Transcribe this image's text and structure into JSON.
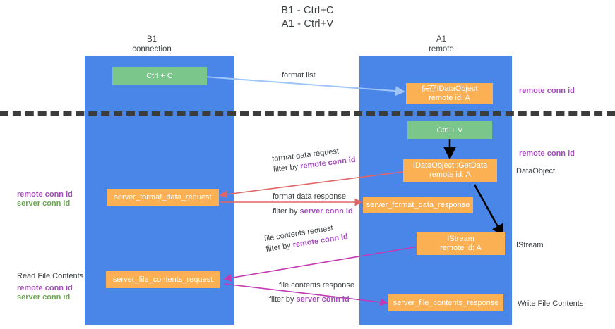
{
  "title": {
    "line1": "B1 - Ctrl+C",
    "line2": "A1 - Ctrl+V"
  },
  "columns": [
    {
      "name": "B1",
      "sub": "connection"
    },
    {
      "name": "A1",
      "sub": "remote"
    }
  ],
  "nodes": {
    "ctrl_c": {
      "label": "Ctrl + C"
    },
    "ctrl_v": {
      "label": "Ctrl + V"
    },
    "save_idataobject": {
      "line1": "保存IDataObject",
      "line2": "remote id: A"
    },
    "getdata": {
      "line1": "IDataObject::GetData",
      "line2": "remote id: A"
    },
    "istream": {
      "line1": "IStream",
      "line2": "remote id: A"
    },
    "server_format_data_request": {
      "label": "server_format_data_request"
    },
    "server_format_data_response": {
      "label": "server_format_data_response"
    },
    "server_file_contents_request": {
      "label": "server_file_contents_request"
    },
    "server_file_contents_response": {
      "label": "server_file_contents_response"
    }
  },
  "edges": {
    "format_list": {
      "label": "format list"
    },
    "format_data_request": {
      "line1": "format data request",
      "line2_prefix": "filter by ",
      "line2_hl": "remote conn id"
    },
    "format_data_response": {
      "line1": "format data response",
      "line2_prefix": "filter by ",
      "line2_hl": "server conn id"
    },
    "file_contents_request": {
      "line1": "file contents request",
      "line2_prefix": "filter by ",
      "line2_hl": "remote conn id"
    },
    "file_contents_response": {
      "line1": "file contents response",
      "line2_prefix": "filter by ",
      "line2_hl": "server conn id"
    }
  },
  "annotations": {
    "right_remote_conn_id_top": "remote conn id",
    "right_remote_conn_id_mid": "remote conn id",
    "right_dataobject": "DataObject",
    "right_istream": "IStream",
    "right_write_file_contents": "Write File Contents",
    "left_remote_conn_id": "remote conn id",
    "left_server_conn_id": "server conn id",
    "left_read_file_contents": "Read File Contents",
    "left_bottom_remote_conn_id": "remote conn id",
    "left_bottom_server_conn_id": "server conn id"
  },
  "colors": {
    "lane": "#4a86e8",
    "green_box": "#7ac68b",
    "orange_box": "#fbb054",
    "purple_text": "#a64dbd",
    "green_text": "#6aa84f",
    "arrow_blue": "#9fc5f8",
    "arrow_red": "#e06666",
    "arrow_magenta": "#c239b3",
    "arrow_black": "#000000",
    "dashed_line": "#3c3c3c",
    "text": "#3c4043",
    "background": "#ffffff"
  }
}
